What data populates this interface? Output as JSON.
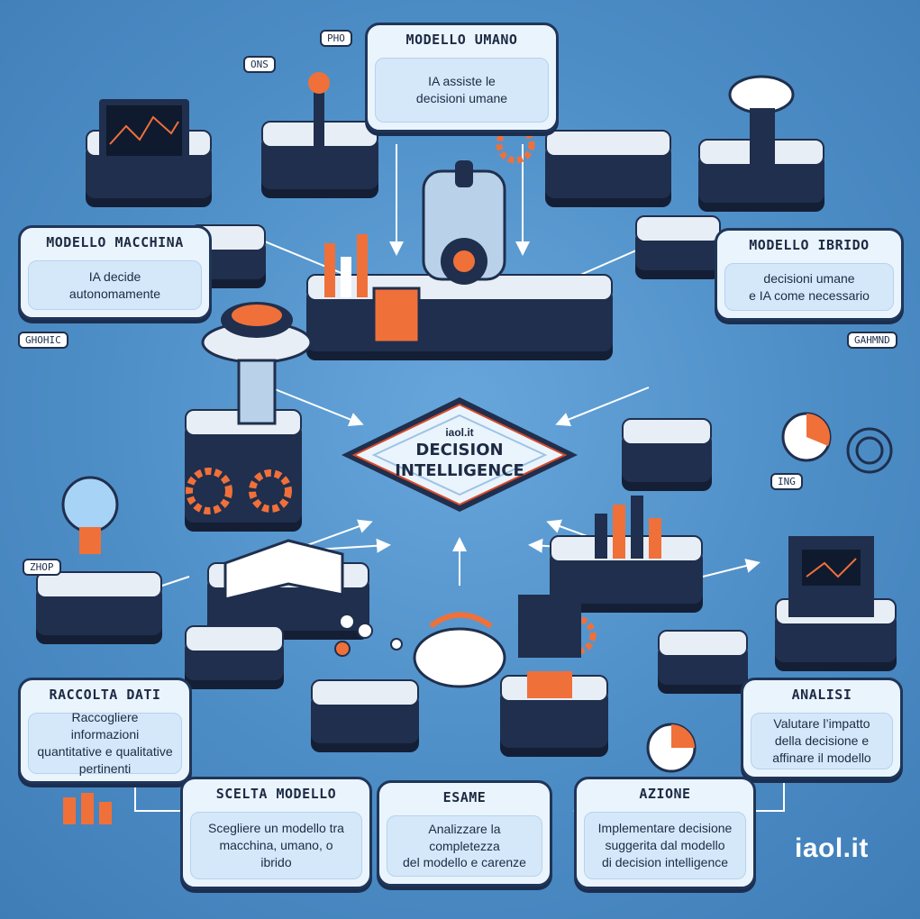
{
  "center": {
    "brand": "iaol.it",
    "title": "DECISION\nINTELLIGENCE"
  },
  "cards": {
    "modello_umano": {
      "title": "MODELLO UMANO",
      "text": "IA assiste le\ndecisioni umane"
    },
    "modello_macchina": {
      "title": "MODELLO MACCHINA",
      "text": "IA decide\nautonomamente"
    },
    "modello_ibrido": {
      "title": "MODELLO IBRIDO",
      "text": "decisioni umane\ne IA come necessario"
    },
    "raccolta_dati": {
      "title": "RACCOLTA DATI",
      "text": "Raccogliere informazioni\nquantitative e qualitative\npertinenti"
    },
    "analisi": {
      "title": "ANALISI",
      "text": "Valutare l’impatto\ndella decisione e\naffinare il modello"
    },
    "scelta_modello": {
      "title": "SCELTA MODELLO",
      "text": "Scegliere un modello tra\nmacchina, umano, o\nibrido"
    },
    "esame": {
      "title": "ESAME",
      "text": "Analizzare la completezza\ndel modello e carenze"
    },
    "azione": {
      "title": "AZIONE",
      "text": "Implementare decisione\nsuggerita dal modello\ndi decision intelligence"
    }
  },
  "brand_footer": "iaol.it",
  "colors": {
    "background": "#4f8fc6",
    "card_border": "#1f3559",
    "card_fill": "#eaf4fd",
    "accent": "#f0703a",
    "block": "#1f2f4d"
  }
}
